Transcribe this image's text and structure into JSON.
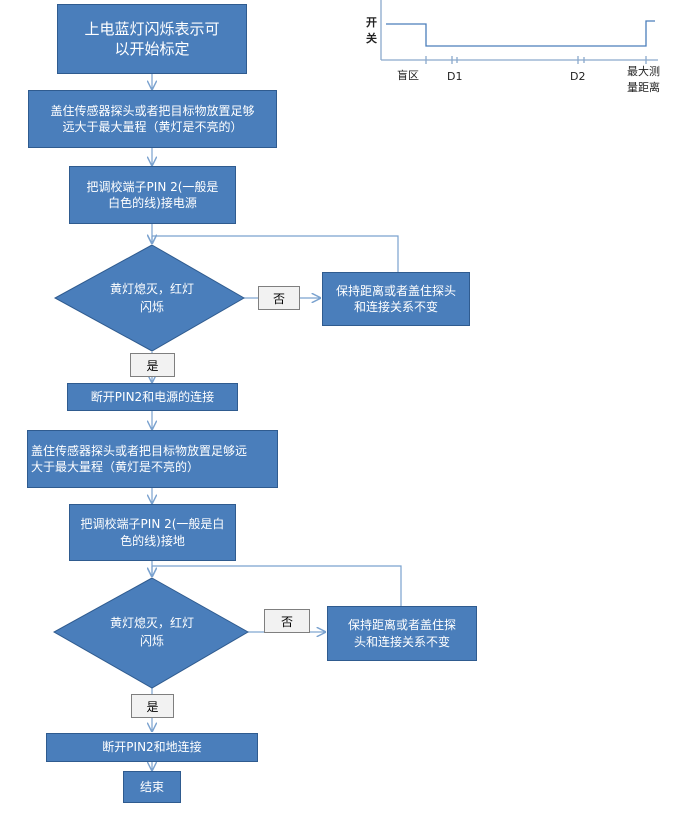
{
  "colors": {
    "box_fill": "#4a7ebb",
    "box_border": "#2f5b8f",
    "arrow": "#7aa2cf",
    "tag_fill": "#f2f2f2"
  },
  "signal_chart": {
    "y_label": [
      "开",
      "关"
    ],
    "x_labels": {
      "blind": "盲区",
      "d1": "D1",
      "d2": "D2",
      "max": [
        "最大测",
        "量距离"
      ]
    }
  },
  "flow": {
    "start": [
      "上电蓝灯闪烁表示可",
      "以开始标定"
    ],
    "step1": [
      "盖住传感器探头或者把目标物放置足够",
      "远大于最大量程（黄灯是不亮的）"
    ],
    "step2": [
      "把调校端子PIN 2(一般是",
      "白色的线)接电源"
    ],
    "decision1": [
      "黄灯熄灭，红灯",
      "闪烁"
    ],
    "no1": "否",
    "keep1": [
      "保持距离或者盖住探头",
      "和连接关系不变"
    ],
    "yes1": "是",
    "step3": "断开PIN2和电源的连接",
    "step4": [
      "盖住传感器探头或者把目标物放置足够远",
      "大于最大量程（黄灯是不亮的）"
    ],
    "step5": [
      "把调校端子PIN 2(一般是白",
      "色的线)接地"
    ],
    "decision2": [
      "黄灯熄灭，红灯",
      "闪烁"
    ],
    "no2": "否",
    "keep2": [
      "保持距离或者盖住探",
      "头和连接关系不变"
    ],
    "yes2": "是",
    "step6": "断开PIN2和地连接",
    "end": "结束"
  }
}
